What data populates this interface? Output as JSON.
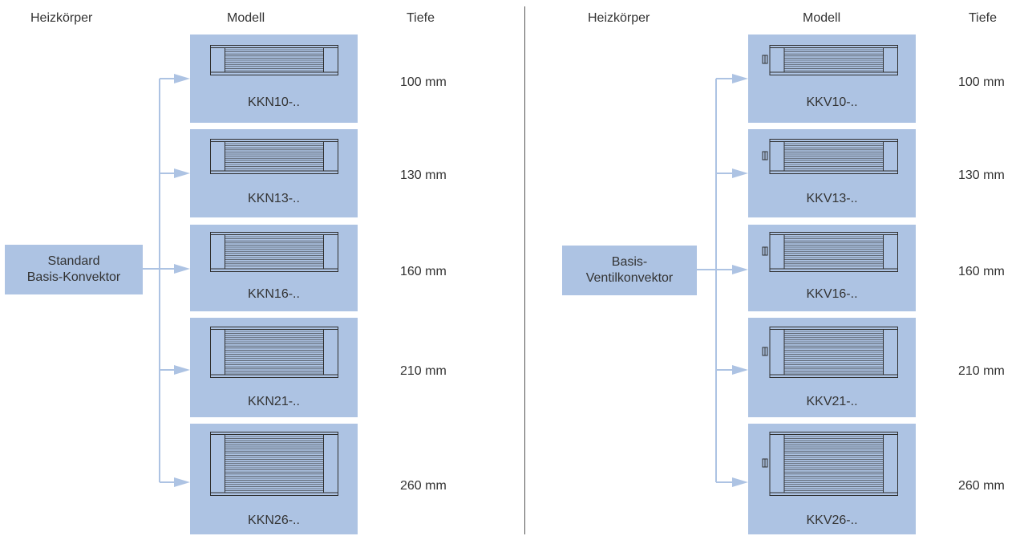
{
  "colors": {
    "box": "#adc3e3",
    "connector": "#adc3e3",
    "outline": "#2f2f2f"
  },
  "left": {
    "header_heizkoerper": "Heizkörper",
    "header_modell": "Modell",
    "header_tiefe": "Tiefe",
    "source_line1": "Standard",
    "source_line2": "Basis-Konvektor",
    "models": [
      {
        "name": "KKN10-..",
        "depth": "100 mm"
      },
      {
        "name": "KKN13-..",
        "depth": "130 mm"
      },
      {
        "name": "KKN16-..",
        "depth": "160 mm"
      },
      {
        "name": "KKN21-..",
        "depth": "210 mm"
      },
      {
        "name": "KKN26-..",
        "depth": "260 mm"
      }
    ]
  },
  "right": {
    "header_heizkoerper": "Heizkörper",
    "header_modell": "Modell",
    "header_tiefe": "Tiefe",
    "source_line1": "Basis-",
    "source_line2": "Ventilkonvektor",
    "models": [
      {
        "name": "KKV10-..",
        "depth": "100 mm"
      },
      {
        "name": "KKV13-..",
        "depth": "130 mm"
      },
      {
        "name": "KKV16-..",
        "depth": "160 mm"
      },
      {
        "name": "KKV21-..",
        "depth": "210 mm"
      },
      {
        "name": "KKV26-..",
        "depth": "260 mm"
      }
    ]
  }
}
